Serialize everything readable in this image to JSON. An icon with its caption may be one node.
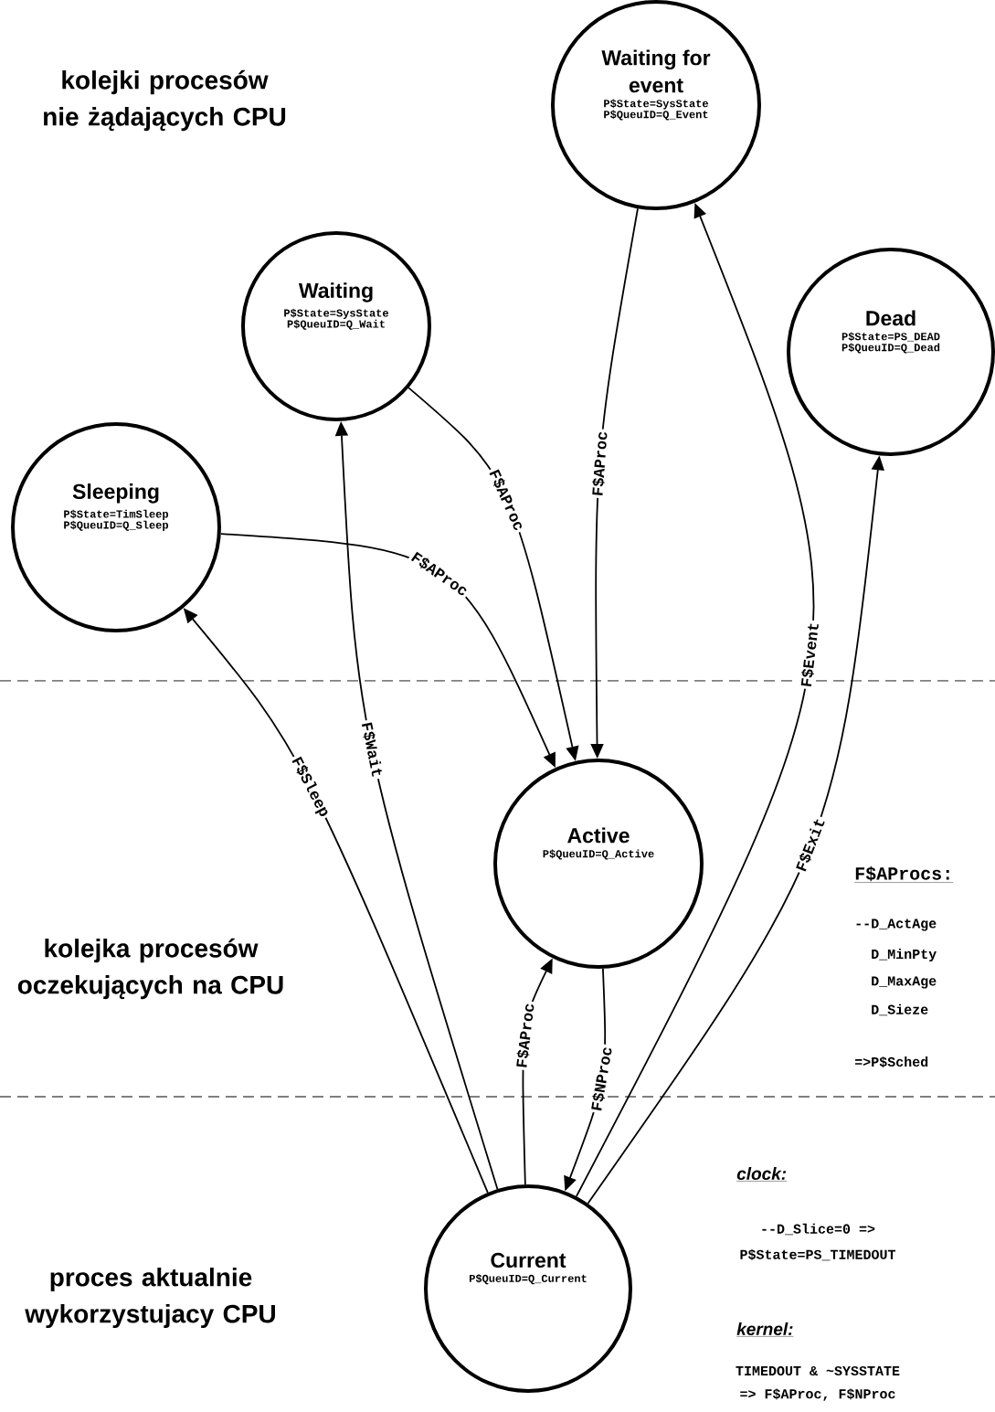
{
  "diagram": {
    "nodes": [
      {
        "text": [
          "Waiting for event",
          "P$State=SysState",
          "P$QueuID=Q_Event"
        ]
      },
      {
        "text": [
          "Waiting",
          "P$State=SysState",
          "P$QueuID=Q_Wait"
        ]
      },
      {
        "text": [
          "Dead",
          "P$State=PS_DEAD",
          "P$QueuID=Q_Dead"
        ]
      },
      {
        "text": [
          "Sleeping",
          "P$State=TimSleep",
          "P$QueuID=Q_Sleep"
        ]
      },
      {
        "text": [
          "Active",
          "P$QueuID=Q_Active"
        ]
      },
      {
        "text": [
          "Current",
          "P$QueuID=Q_Current"
        ]
      }
    ],
    "edges": [
      {
        "from": 5,
        "to": 3,
        "arrow": "to",
        "label": "F$Sleep"
      },
      {
        "from": 5,
        "to": 1,
        "arrow": "to",
        "label": "F$Wait"
      },
      {
        "from": 1,
        "to": 4,
        "arrow": "to",
        "label": "F$AProc"
      },
      {
        "from": 3,
        "to": 4,
        "arrow": "to",
        "label": "F$AProc"
      },
      {
        "from": 0,
        "to": 4,
        "arrow": "to",
        "label": "F$AProc"
      },
      {
        "from": 5,
        "to": 0,
        "arrow": "to",
        "label": "F$Event"
      },
      {
        "from": 5,
        "to": 2,
        "arrow": "to",
        "label": "F$Exit"
      },
      {
        "from": 5,
        "to": 4,
        "arrow": "to",
        "label": "F$AProc"
      },
      {
        "from": 4,
        "to": 5,
        "arrow": "to",
        "label": "F$NProc"
      }
    ],
    "labels": [
      "kolejki procesów nie żądających CPU",
      "F$AProcs:",
      "--D_ActAge",
      "D_MinPty",
      "D_MaxAge",
      "D_Sieze",
      "=>P$Sched",
      "kolejka procesów oczekujących na CPU",
      "clock:",
      "--D_Slice=0 =>",
      "P$State=PS_TIMEDOUT",
      "proces aktualnie wykorzystujacy CPU",
      "kernel:",
      "TIMEDOUT & ~SYSSTATE",
      "=> F$AProc, F$NProc"
    ]
  }
}
